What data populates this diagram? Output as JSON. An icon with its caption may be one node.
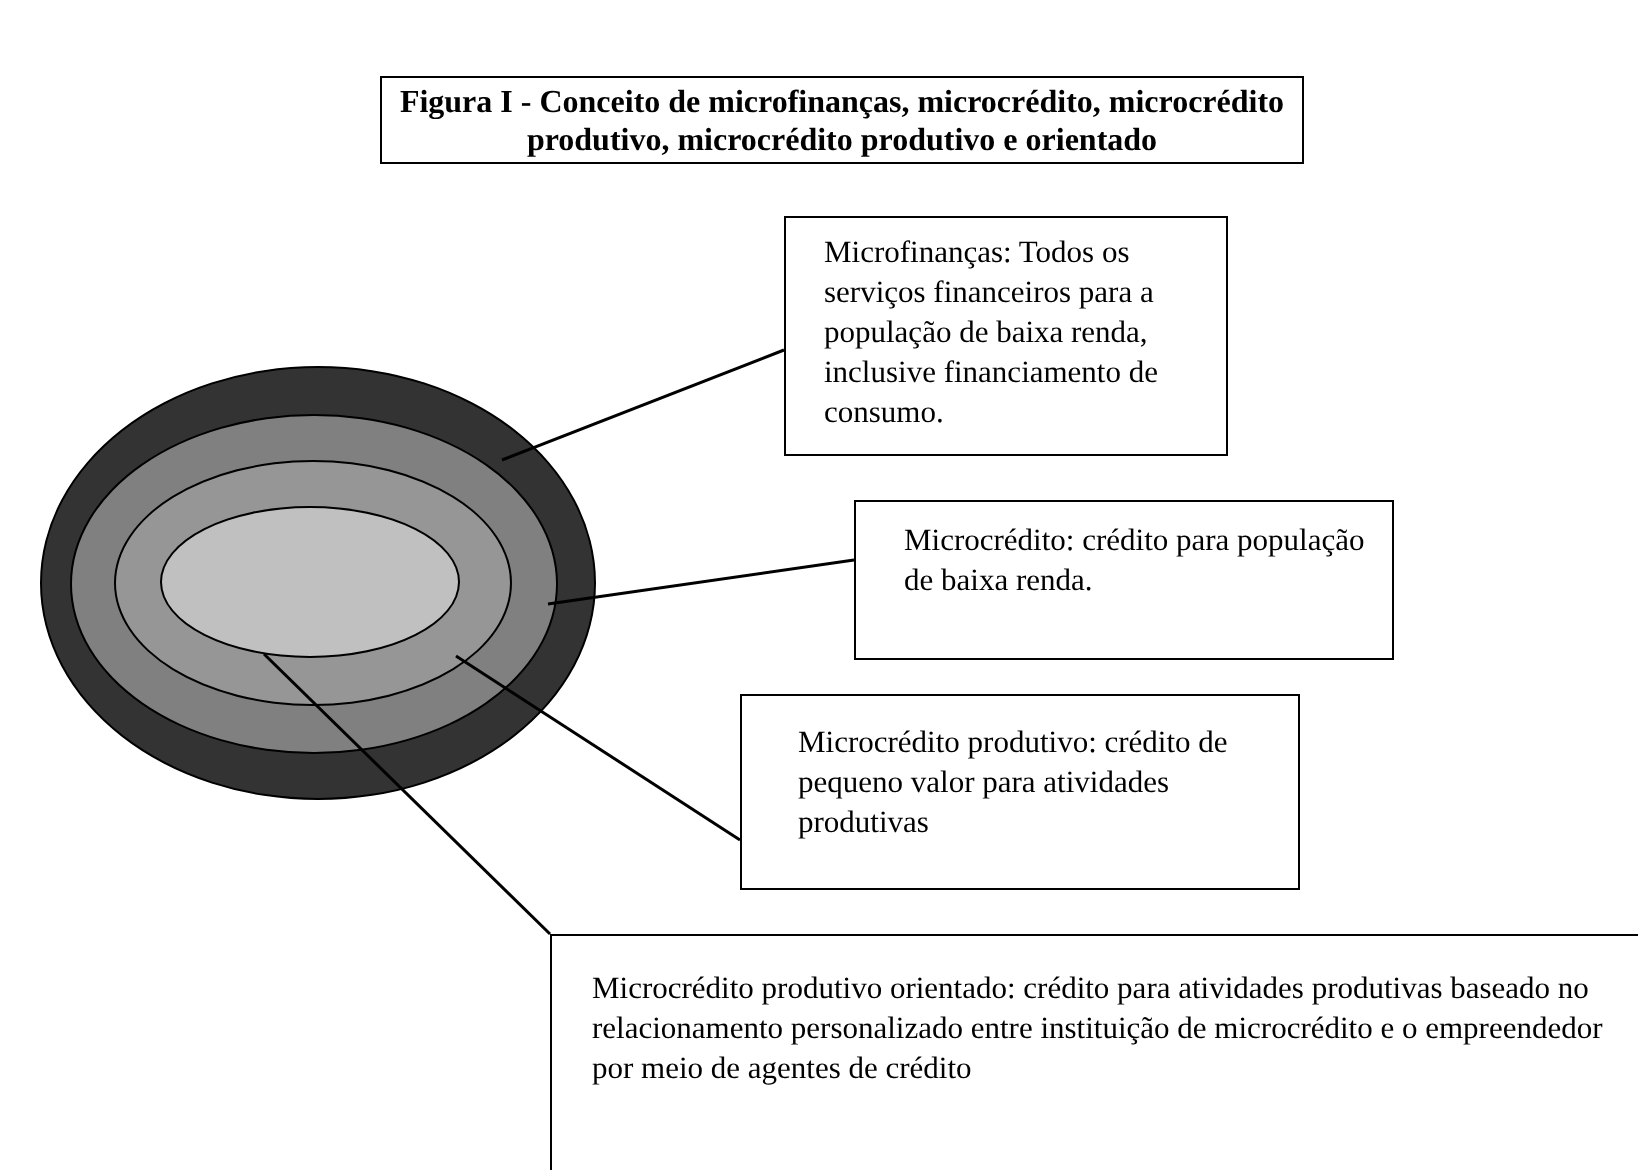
{
  "diagram": {
    "title": "Figura I - Conceito de microfinanças, microcrédito, microcrédito produtivo, microcrédito produtivo e orientado",
    "nodes": [
      {
        "text": [],
        "shape": "ellipse"
      },
      {
        "text": [],
        "shape": "ellipse",
        "in": 0
      },
      {
        "text": [],
        "shape": "ellipse",
        "in": 1
      },
      {
        "text": [],
        "shape": "ellipse",
        "in": 2
      },
      {
        "text": [
          "Microfinanças: Todos os serviços financeiros para a população de baixa renda, inclusive financiamento de consumo."
        ]
      },
      {
        "text": [
          "Microcrédito: crédito para população de baixa renda."
        ]
      },
      {
        "text": [
          "Microcrédito produtivo: crédito de pequeno valor para atividades produtivas"
        ]
      },
      {
        "text": [
          "Microcrédito produtivo orientado: crédito para atividades produtivas baseado no relacionamento personalizado entre instituição de microcrédito e o empreendedor por meio de agentes de crédito"
        ]
      }
    ],
    "edges": [
      {
        "from": 4,
        "to": 0,
        "arrow": "none"
      },
      {
        "from": 5,
        "to": 1,
        "arrow": "none"
      },
      {
        "from": 6,
        "to": 2,
        "arrow": "none"
      },
      {
        "from": 7,
        "to": 3,
        "arrow": "none"
      }
    ]
  }
}
